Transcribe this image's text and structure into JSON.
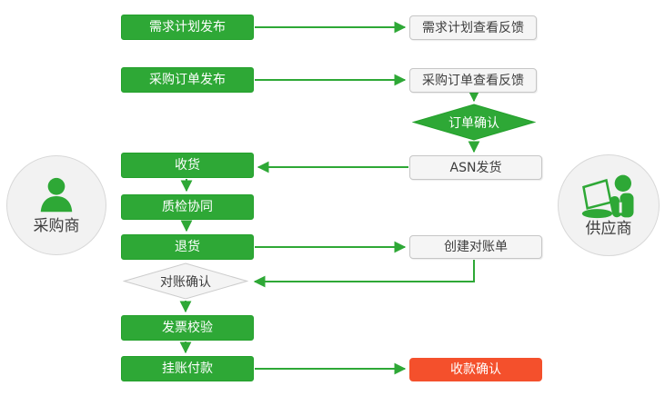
{
  "colors": {
    "green": "#2EA836",
    "green_border": "#23A02B",
    "red": "#F4502C",
    "box_bg": "#F5F5F5",
    "box_border": "#C6C6C6",
    "diamond_bg": "#F4F4F4",
    "diamond_border": "#CCCCCC",
    "circle_bg": "#F2F2F2",
    "circle_border": "#D8D8D8",
    "text_dark": "#3D3D3D"
  },
  "actors": {
    "buyer": {
      "label": "采购商",
      "icon": "person-icon"
    },
    "supplier": {
      "label": "供应商",
      "icon": "person-laptop-icon"
    }
  },
  "nodes": {
    "demand_plan_publish": {
      "label": "需求计划发布",
      "kind": "buyer-process"
    },
    "demand_plan_feedback": {
      "label": "需求计划查看反馈",
      "kind": "supplier-process"
    },
    "po_publish": {
      "label": "采购订单发布",
      "kind": "buyer-process"
    },
    "po_feedback": {
      "label": "采购订单查看反馈",
      "kind": "supplier-process"
    },
    "order_confirm": {
      "label": "订单确认",
      "kind": "decision-green"
    },
    "asn_ship": {
      "label": "ASN发货",
      "kind": "supplier-process"
    },
    "receive": {
      "label": "收货",
      "kind": "buyer-process"
    },
    "quality_check": {
      "label": "质检协同",
      "kind": "buyer-process"
    },
    "return_goods": {
      "label": "退货",
      "kind": "buyer-process"
    },
    "create_statement": {
      "label": "创建对账单",
      "kind": "supplier-process"
    },
    "statement_confirm": {
      "label": "对账确认",
      "kind": "decision-light"
    },
    "invoice_verify": {
      "label": "发票校验",
      "kind": "buyer-process"
    },
    "payment_on_account": {
      "label": "挂账付款",
      "kind": "buyer-process"
    },
    "payment_receipt_confirm": {
      "label": "收款确认",
      "kind": "highlight-process"
    }
  }
}
